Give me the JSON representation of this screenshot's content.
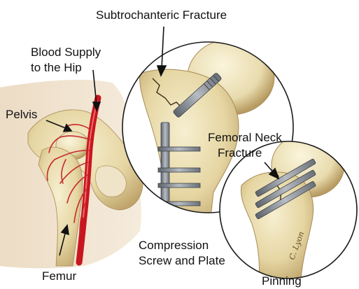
{
  "labels": {
    "subtrochanteric": "Subtrochanteric Fracture",
    "blood_supply": [
      "Blood Supply",
      "to the Hip"
    ],
    "pelvis": "Pelvis",
    "femoral_neck": [
      "Femoral Neck",
      "Fracture"
    ],
    "compression": [
      "Compression",
      "Screw and Plate"
    ],
    "femur": "Femur",
    "pinning": "Pinning"
  },
  "signature": "C. Lyon",
  "colors": {
    "bone": "#e9dcae",
    "bone_shadow": "#c9b27a",
    "artery": "#d0202a",
    "vessel": "#c62a2a",
    "metal": "#8a8f96",
    "circle_outline": "#1a1a1a",
    "background": "#ffffff"
  }
}
